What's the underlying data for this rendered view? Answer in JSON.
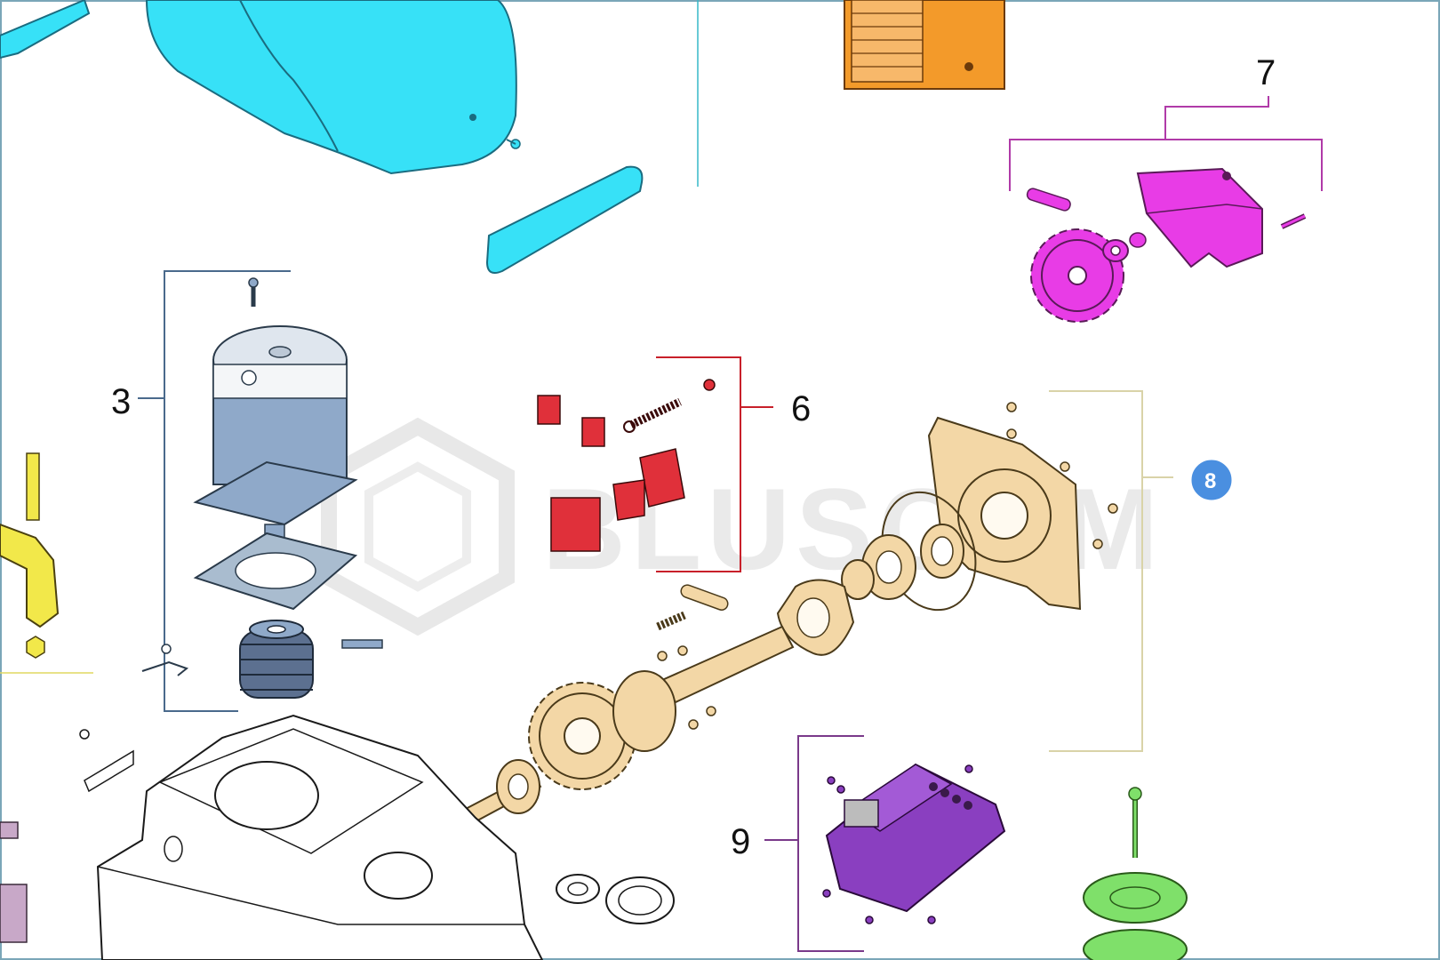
{
  "diagram": {
    "callouts": {
      "c3": "3",
      "c6": "6",
      "c7": "7",
      "c8": "8",
      "c9": "9"
    },
    "watermark": "BLUSCOM",
    "colors": {
      "cover": "#37e1f7",
      "pinion_group": "#e83ce6",
      "limit_switch_group": "#e0303a",
      "gearbox_group": "#f3d7a6",
      "control_board": "#8a3fc0",
      "motor": "#8fa9c9",
      "worm": "#5c7090",
      "release_lever": "#f2e84a",
      "base_plate": "#7fe06a",
      "fan_cover": "#f39a2a",
      "badge": "#4a8fe0",
      "bracket_group3": "#4a6a8c",
      "bracket_group6": "#c8202a",
      "bracket_group7": "#b03aa8",
      "bracket_group8": "#d9d3a8",
      "bracket_group9": "#7a3a8a"
    },
    "parts": [
      "cover-icon",
      "fan-grille-icon",
      "motor-icon",
      "worm-screw-icon",
      "pinion-gear-icon",
      "limit-switch-icon",
      "flange-icon",
      "shaft-icon",
      "control-board-icon",
      "base-plate-icon",
      "gearbox-housing-icon",
      "release-lever-icon"
    ]
  }
}
